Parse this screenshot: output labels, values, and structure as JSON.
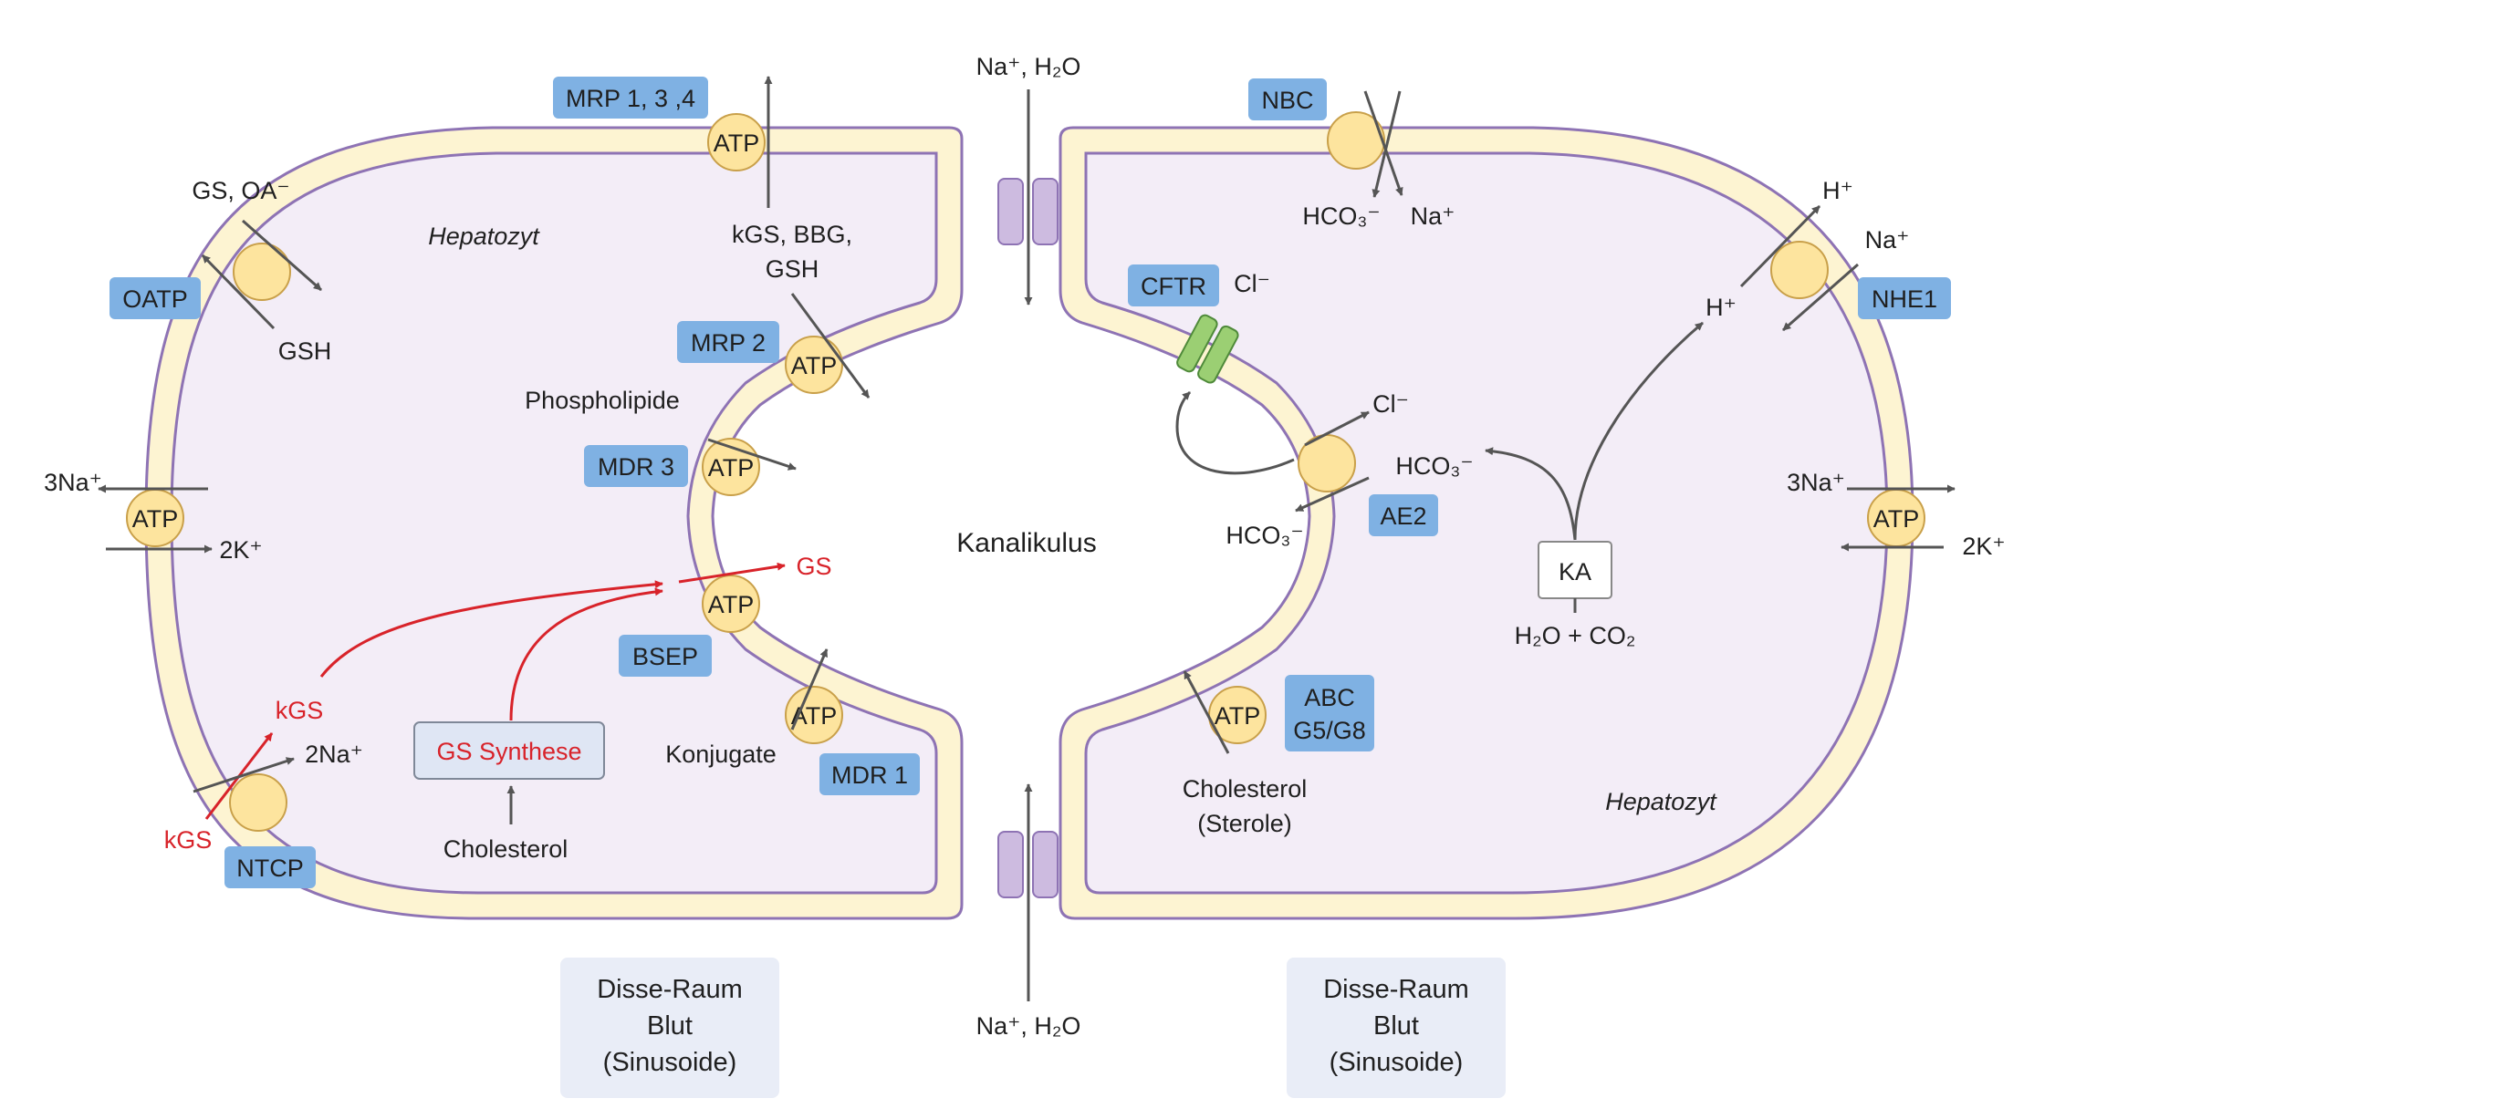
{
  "colors": {
    "membrane_outline": "#8e73b4",
    "membrane_fill": "#fdf4d2",
    "cytoplasm": "#f3edf7",
    "transporter_tag": "#7fb1e3",
    "atp_circle": "#fde49e",
    "atp_outline": "#c9a04a",
    "cftr": "#9bcf73",
    "tight_junction": "#cdbbe0",
    "red_arrows": "#d8232a",
    "disse_box": "#e9edf7"
  },
  "cells": {
    "left_name": "Hepatozyt",
    "right_name": "Hepatozyt"
  },
  "canaliculus": {
    "label": "Kanalikulus"
  },
  "junction": {
    "top_label": "Na⁺, H₂O",
    "bottom_label": "Na⁺, H₂O"
  },
  "disse": {
    "left": {
      "line1": "Disse-Raum",
      "line2": "Blut",
      "line3": "(Sinusoide)"
    },
    "right": {
      "line1": "Disse-Raum",
      "line2": "Blut",
      "line3": "(Sinusoide)"
    }
  },
  "atp_label": "ATP",
  "transporters": {
    "mrp134": "MRP 1, 3 ,4",
    "oatp": "OATP",
    "mrp2": "MRP 2",
    "mdr3": "MDR 3",
    "bsep": "BSEP",
    "mdr1": "MDR 1",
    "ntcp": "NTCP",
    "nbc": "NBC",
    "cftr": "CFTR",
    "nhe1": "NHE1",
    "ae2": "AE2",
    "abc_line1": "ABC",
    "abc_line2": "G5/G8"
  },
  "substrates": {
    "gs_oa": "GS, OA⁻",
    "gsh_oatp": "GSH",
    "kgs_bbg": "kGS, BBG,",
    "gsh_mrp": "GSH",
    "na3_left": "3Na⁺",
    "k2_left": "2K⁺",
    "phospholipide": "Phospholipide",
    "gs": "GS",
    "konjugate": "Konjugate",
    "kgs_upper": "kGS",
    "na2": "2Na⁺",
    "kgs_lower": "kGS",
    "gs_synthese": "GS Synthese",
    "cholesterol_left": "Cholesterol",
    "hco3_nbc": "HCO₃⁻",
    "na_nbc": "Na⁺",
    "cl_cftr": "Cl⁻",
    "cl_ae2": "Cl⁻",
    "hco3_ae2_in": "HCO₃⁻",
    "hco3_ae2_out": "HCO₃⁻",
    "h_top": "H⁺",
    "na_nhe": "Na⁺",
    "h_in": "H⁺",
    "ka": "KA",
    "h2o_co2": "H₂O + CO₂",
    "na3_right": "3Na⁺",
    "k2_right": "2K⁺",
    "cholesterol_right": "Cholesterol",
    "sterole": "(Sterole)"
  }
}
